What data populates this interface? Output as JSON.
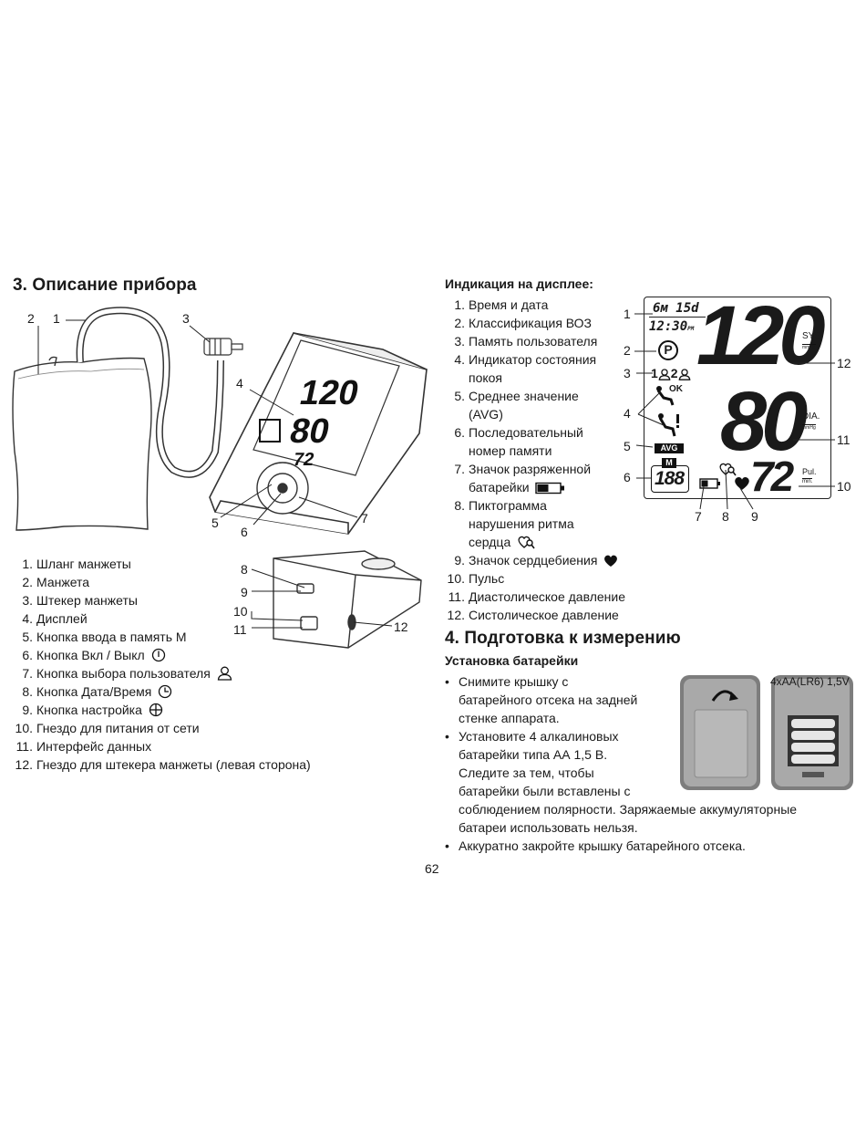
{
  "section3": {
    "title": "3. Описание прибора",
    "device_callouts": [
      "1",
      "2",
      "3",
      "4",
      "5",
      "6",
      "7"
    ],
    "parts": [
      {
        "num": "1.",
        "text": "Шланг манжеты",
        "icon": ""
      },
      {
        "num": "2.",
        "text": "Манжета",
        "icon": ""
      },
      {
        "num": "3.",
        "text": "Штекер манжеты",
        "icon": ""
      },
      {
        "num": "4.",
        "text": "Дисплей",
        "icon": ""
      },
      {
        "num": "5.",
        "text": "Кнопка ввода в память M",
        "icon": ""
      },
      {
        "num": "6.",
        "text": "Кнопка Вкл / Выкл",
        "icon": "power-icon"
      },
      {
        "num": "7.",
        "text": "Кнопка выбора пользователя",
        "icon": "user-icon"
      },
      {
        "num": "8.",
        "text": "Кнопка Дата/Время",
        "icon": "clock-icon"
      },
      {
        "num": "9.",
        "text": "Кнопка настройка",
        "icon": "crosshair-icon"
      },
      {
        "num": "10.",
        "text": "Гнездо  для питания от сети",
        "icon": ""
      },
      {
        "num": "11.",
        "text": "Интерфейс данных",
        "icon": ""
      },
      {
        "num": "12.",
        "text": "Гнездо для штекера манжеты (левая сторона)",
        "icon": ""
      }
    ],
    "side_callouts": [
      "8",
      "9",
      "10",
      "11",
      "12"
    ]
  },
  "display_section": {
    "title": "Индикация на дисплее:",
    "items": [
      {
        "num": "1.",
        "lines": [
          "Время и дата"
        ],
        "icon": ""
      },
      {
        "num": "2.",
        "lines": [
          "Классификация ВОЗ"
        ],
        "icon": ""
      },
      {
        "num": "3.",
        "lines": [
          "Память пользователя"
        ],
        "icon": ""
      },
      {
        "num": "4.",
        "lines": [
          "Индикатор состояния",
          "покоя"
        ],
        "icon": ""
      },
      {
        "num": "5.",
        "lines": [
          "Среднее значение",
          "(AVG)"
        ],
        "icon": ""
      },
      {
        "num": "6.",
        "lines": [
          "Последовательный",
          "номер памяти"
        ],
        "icon": ""
      },
      {
        "num": "7.",
        "lines": [
          "Значок разряженной",
          "батарейки"
        ],
        "icon": "battery-icon"
      },
      {
        "num": "8.",
        "lines": [
          "Пиктограмма",
          "нарушения ритма",
          "сердца"
        ],
        "icon": "arrhythmia-icon"
      },
      {
        "num": "9.",
        "lines": [
          "Значок сердцебиения"
        ],
        "icon": "heart-icon"
      },
      {
        "num": "10.",
        "lines": [
          "Пульс"
        ],
        "icon": ""
      },
      {
        "num": "11.",
        "lines": [
          "Диастолическое давление"
        ],
        "icon": ""
      },
      {
        "num": "12.",
        "lines": [
          "Систолическое давление"
        ],
        "icon": ""
      }
    ],
    "lcd": {
      "date": "6м 15d",
      "time": "12:30",
      "time_suffix": "PM",
      "sys": "120",
      "dia": "80",
      "pulse": "72",
      "sys_label": "SYS.",
      "dia_label": "DIA.",
      "unit": "mmHg",
      "pul_label": "Pul.",
      "pul_unit": "min.",
      "users": "1",
      "users2": "2",
      "ok": "OK",
      "avg": "AVG",
      "mem_label": "M",
      "mem_value": "188",
      "p_symbol": "P"
    },
    "callouts_left": [
      "1",
      "2",
      "3",
      "4",
      "5",
      "6"
    ],
    "callouts_right": [
      "12",
      "11",
      "10"
    ],
    "callouts_bottom": [
      "7",
      "8",
      "9"
    ]
  },
  "section4": {
    "title": "4. Подготовка к измерению",
    "subtitle": "Установка батарейки",
    "battery_label": "4xAA(LR6) 1,5V",
    "bullets": [
      {
        "lines": [
          "Снимите крышку с",
          "батарейного отсека на задней",
          "стенке аппарата."
        ]
      },
      {
        "lines": [
          "Установите 4 алкалиновых",
          "батарейки типа АА 1,5 В.",
          "Следите за тем, чтобы",
          "батарейки были вставлены с",
          "соблюдением полярности. Заряжаемые аккумуляторные",
          "батареи использовать нельзя."
        ]
      },
      {
        "lines": [
          "Аккуратно закройте крышку батарейного отсека."
        ]
      }
    ]
  },
  "page_number": "62"
}
